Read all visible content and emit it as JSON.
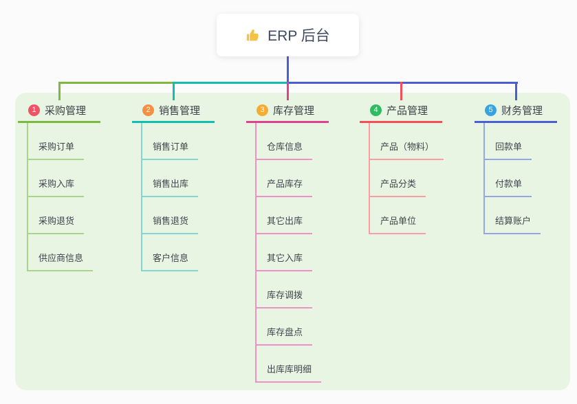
{
  "root": {
    "label": "ERP 后台",
    "icon": "thumbs-up-icon",
    "icon_color": "#f6c244",
    "connector_color": "#4a5ed2"
  },
  "panel_color": "#e9f5e3",
  "branches": [
    {
      "num": "1",
      "title": "采购管理",
      "badge_color": "#f05366",
      "color": "#7cb93e",
      "sub_color": "#a8d58b",
      "items": [
        "采购订单",
        "采购入库",
        "采购退货",
        "供应商信息"
      ]
    },
    {
      "num": "2",
      "title": "销售管理",
      "badge_color": "#f68f42",
      "color": "#10bdb2",
      "sub_color": "#84d7d0",
      "items": [
        "销售订单",
        "销售出库",
        "销售退货",
        "客户信息"
      ]
    },
    {
      "num": "3",
      "title": "库存管理",
      "badge_color": "#f6ab33",
      "color": "#e0418f",
      "sub_color": "#ef91c4",
      "items": [
        "仓库信息",
        "产品库存",
        "其它出库",
        "其它入库",
        "库存调拨",
        "库存盘点",
        "出库库明细"
      ]
    },
    {
      "num": "4",
      "title": "产品管理",
      "badge_color": "#2fbb61",
      "color": "#f54e59",
      "sub_color": "#fa9da4",
      "items": [
        "产品（物料）",
        "产品分类",
        "产品单位"
      ]
    },
    {
      "num": "5",
      "title": "财务管理",
      "badge_color": "#3ba2e2",
      "color": "#4a5ed2",
      "sub_color": "#95a6e5",
      "items": [
        "回款单",
        "付款单",
        "结算账户"
      ]
    }
  ]
}
